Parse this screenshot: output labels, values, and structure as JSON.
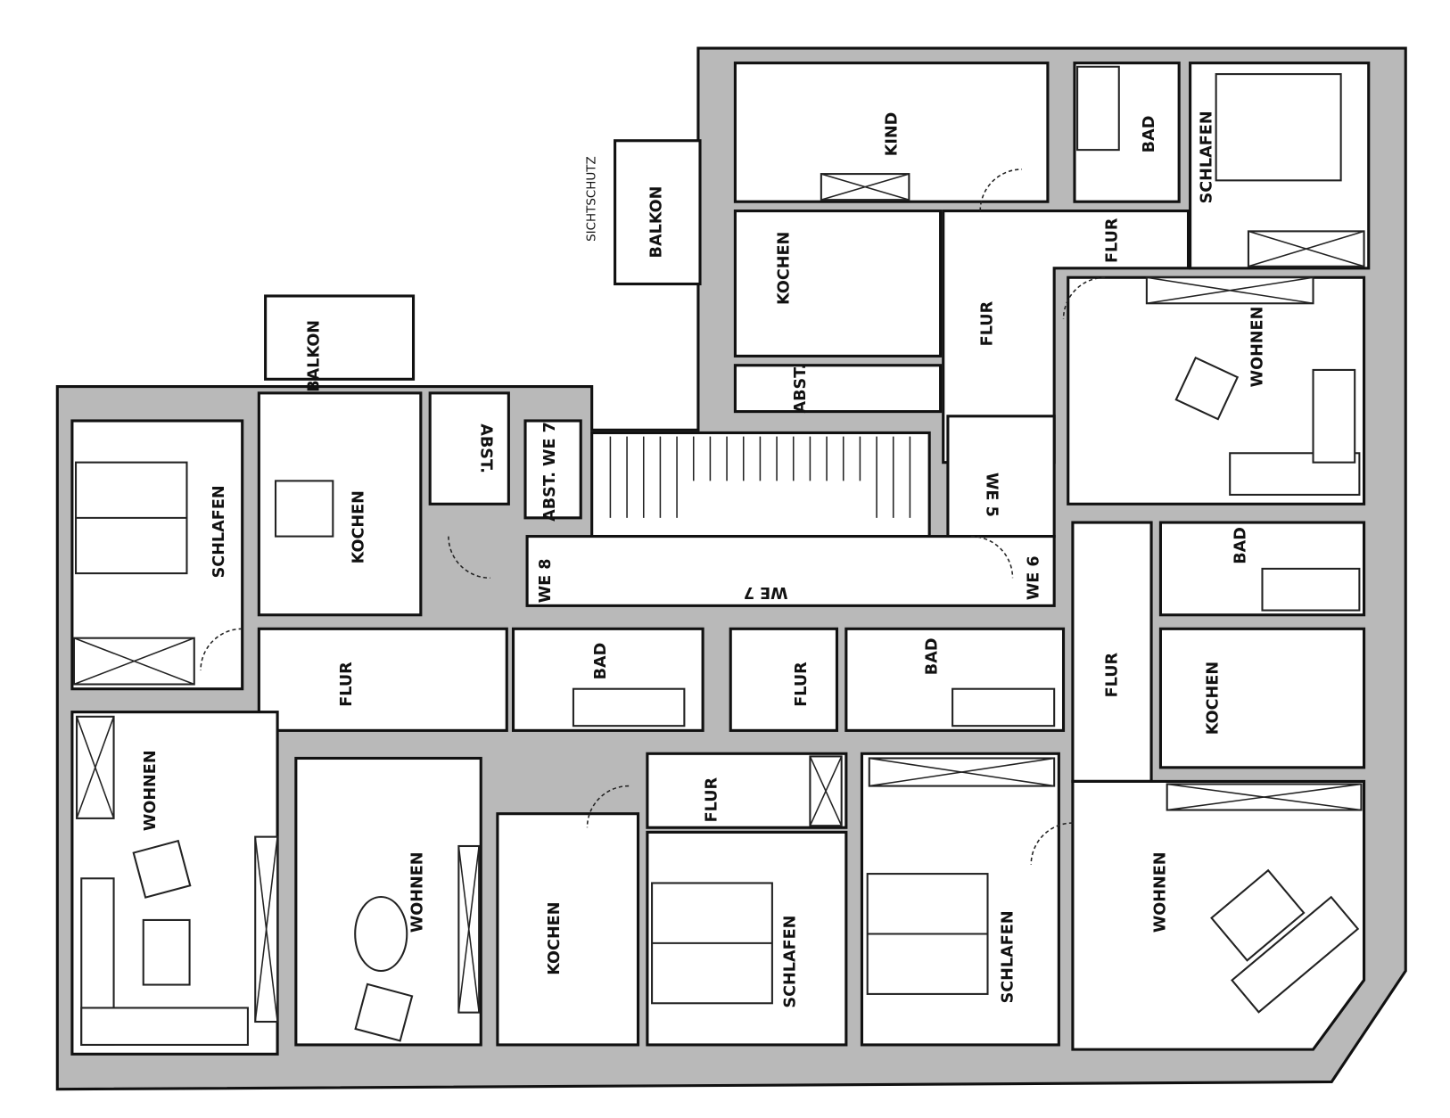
{
  "title": "Floor plan",
  "labels": {
    "sichtschutz": "SICHTSCHUTZ",
    "balkon_top": "BALKON",
    "balkon_left": "BALKON",
    "kind": "KIND",
    "bad_top": "BAD",
    "schlafen_top": "SCHLAFEN",
    "kochen_top": "KOCHEN",
    "flur_top_small": "FLUR",
    "flur_top": "FLUR",
    "wohnen_top": "WOHNEN",
    "abst_top": "ABST.",
    "abst_left": "ABST.",
    "abst_we7": "ABST. WE 7",
    "schlafen_left": "SCHLAFEN",
    "kochen_left": "KOCHEN",
    "we5": "WE 5",
    "we8": "WE 8",
    "we7": "WE 7",
    "we6": "WE 6",
    "bad_right": "BAD",
    "flur_left": "FLUR",
    "bad_mid_left": "BAD",
    "flur_center": "FLUR",
    "bad_center": "BAD",
    "flur_right": "FLUR",
    "kochen_right": "KOCHEN",
    "wohnen_left": "WOHNEN",
    "flur_bottom": "FLUR",
    "wohnen_mid": "WOHNEN",
    "kochen_bottom": "KOCHEN",
    "schlafen_bottom_left": "SCHLAFEN",
    "schlafen_bottom_right": "SCHLAFEN",
    "wohnen_right": "WOHNEN"
  }
}
